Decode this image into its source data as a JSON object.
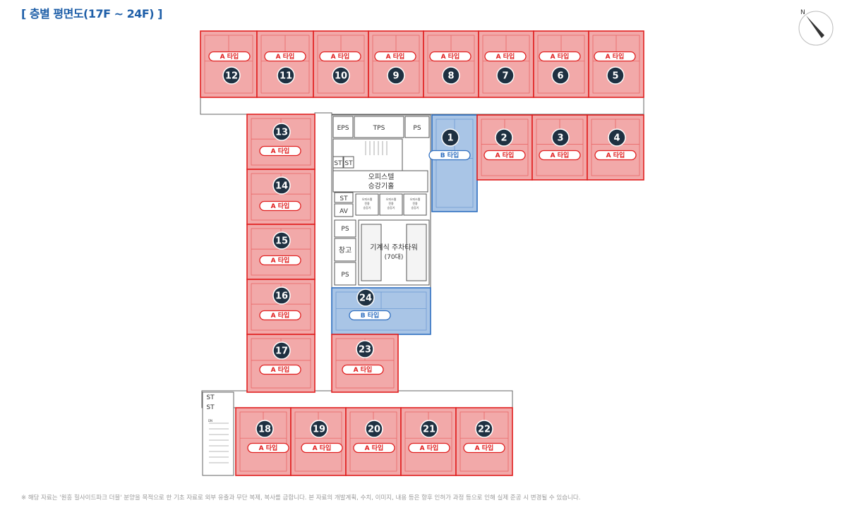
{
  "title": "[ 층별 평면도(17F ~ 24F) ]",
  "footnote": "※ 해당 자료는 '원흥 힐사이드파크 더블' 분양을 목적으로 한 기초 자료로 외부 유출과 무단 복제, 복사를 금합니다. 본 자료의 개발계획, 수치, 이미지, 내용 등은 향후 인허가 과정 등으로 인해 실제 준공 시 변경될 수 있습니다.",
  "compass": {
    "label": "N"
  },
  "colors": {
    "a_fill": "#f2a9a9",
    "a_stroke": "#e02020",
    "b_fill": "#a9c5e6",
    "b_stroke": "#2f6fc0",
    "badge": "#1f3142",
    "grey": "#8c8c8c"
  },
  "type_labels": {
    "A": "A 타입",
    "B": "B 타입"
  },
  "rooms": {
    "eps": "EPS",
    "tps": "TPS",
    "ps_top": "PS",
    "st1": "ST",
    "st2": "ST",
    "st_left": "ST",
    "av": "AV",
    "ps_mid": "PS",
    "storage": "창고",
    "ps_low": "PS",
    "office_hall_line1": "오피스텔",
    "office_hall_line2": "승강기홀",
    "parking_line1": "기계식 주차타워",
    "parking_line2": "(70대)",
    "st_sw1": "ST",
    "st_sw2": "ST",
    "elevator_line1": "오피스텔",
    "elevator_line2": "전용",
    "elevator_line3": "승강기",
    "dn": "DN"
  },
  "units": [
    {
      "no": "12",
      "type": "A"
    },
    {
      "no": "11",
      "type": "A"
    },
    {
      "no": "10",
      "type": "A"
    },
    {
      "no": "9",
      "type": "A"
    },
    {
      "no": "8",
      "type": "A"
    },
    {
      "no": "7",
      "type": "A"
    },
    {
      "no": "6",
      "type": "A"
    },
    {
      "no": "5",
      "type": "A"
    },
    {
      "no": "1",
      "type": "B"
    },
    {
      "no": "2",
      "type": "A"
    },
    {
      "no": "3",
      "type": "A"
    },
    {
      "no": "4",
      "type": "A"
    },
    {
      "no": "13",
      "type": "A"
    },
    {
      "no": "14",
      "type": "A"
    },
    {
      "no": "15",
      "type": "A"
    },
    {
      "no": "16",
      "type": "A"
    },
    {
      "no": "17",
      "type": "A"
    },
    {
      "no": "24",
      "type": "B"
    },
    {
      "no": "23",
      "type": "A"
    },
    {
      "no": "18",
      "type": "A"
    },
    {
      "no": "19",
      "type": "A"
    },
    {
      "no": "20",
      "type": "A"
    },
    {
      "no": "21",
      "type": "A"
    },
    {
      "no": "22",
      "type": "A"
    }
  ]
}
